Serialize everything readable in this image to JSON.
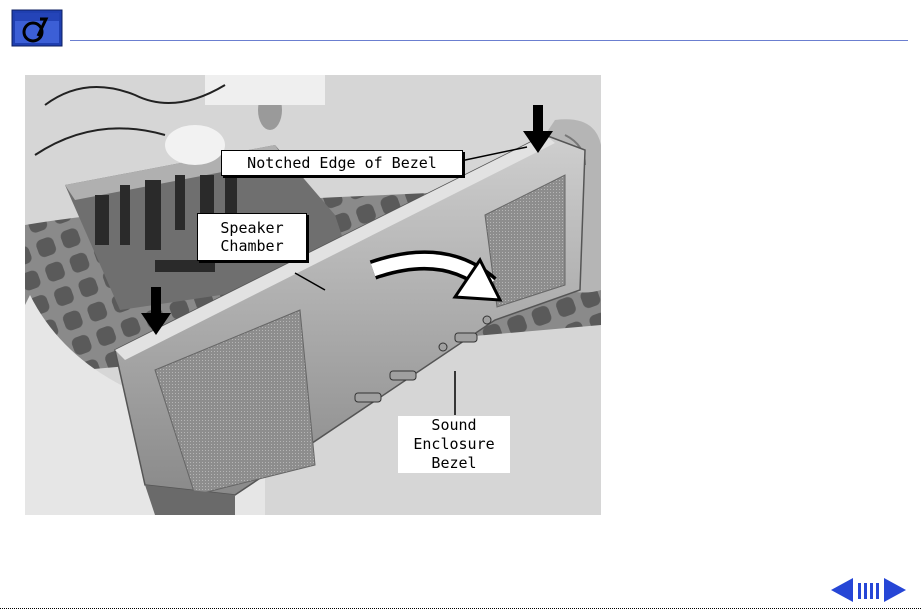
{
  "header": {
    "logo_icon": "apple-toolbox-icon",
    "accent_color": "#1f3fb0"
  },
  "figure": {
    "labels": {
      "notched_edge": "Notched Edge of Bezel",
      "speaker_chamber_line1": "Speaker",
      "speaker_chamber_line2": "Chamber",
      "sound_line1": "Sound",
      "sound_line2": "Enclosure",
      "sound_line3": "Bezel"
    }
  },
  "footer": {
    "prev_icon": "left-arrow-icon",
    "index_icon": "page-index-icon",
    "next_icon": "right-arrow-icon",
    "nav_color": "#2646d6"
  }
}
